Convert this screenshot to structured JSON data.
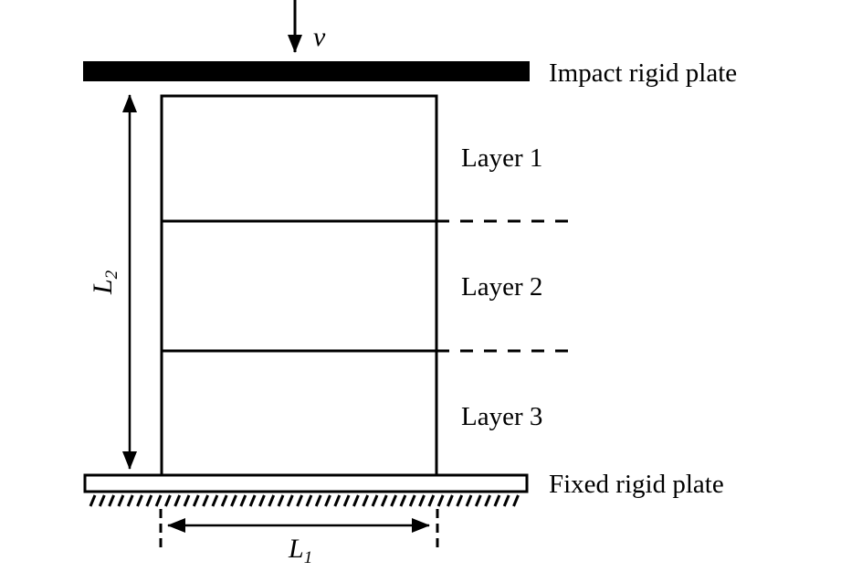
{
  "labels": {
    "velocity": "v",
    "impact_plate": "Impact rigid plate",
    "fixed_plate": "Fixed rigid plate",
    "layers": [
      "Layer 1",
      "Layer 2",
      "Layer 3"
    ],
    "height_symbol": "L",
    "height_subscript": "2",
    "width_symbol": "L",
    "width_subscript": "1"
  },
  "colors": {
    "stroke": "#000000",
    "background": "#ffffff"
  }
}
